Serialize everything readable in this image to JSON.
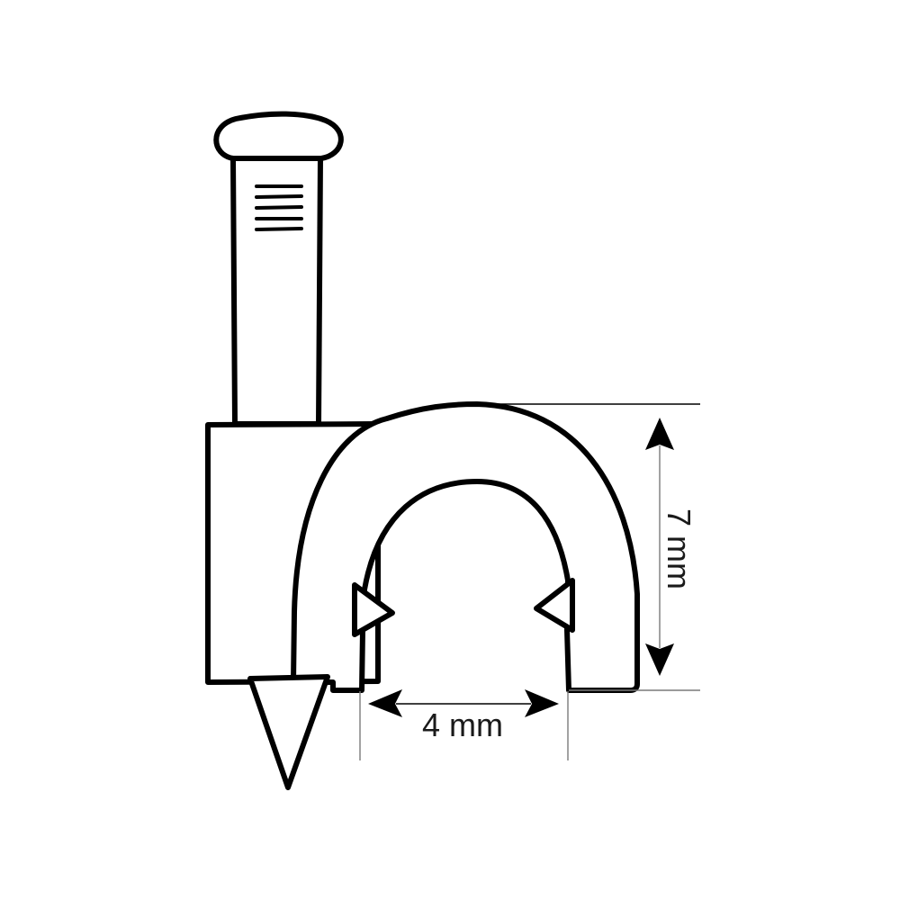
{
  "diagram": {
    "subject": "cable clip with nail",
    "colors": {
      "outline": "#000000",
      "background": "#ffffff",
      "extension_line": "#7a7a7a"
    },
    "components": [
      {
        "name": "nail-head",
        "label": ""
      },
      {
        "name": "nail-shank",
        "label": ""
      },
      {
        "name": "grip-ribs",
        "count": 5
      },
      {
        "name": "clip-body",
        "label": ""
      },
      {
        "name": "u-loop",
        "label": ""
      },
      {
        "name": "inner-barbs",
        "count": 2
      },
      {
        "name": "nail-point",
        "label": ""
      }
    ],
    "dimensions": {
      "width": {
        "value": 4,
        "unit": "mm",
        "label": "4 mm",
        "orientation": "horizontal"
      },
      "height": {
        "value": 7,
        "unit": "mm",
        "label": "7 mm",
        "orientation": "vertical"
      }
    }
  }
}
